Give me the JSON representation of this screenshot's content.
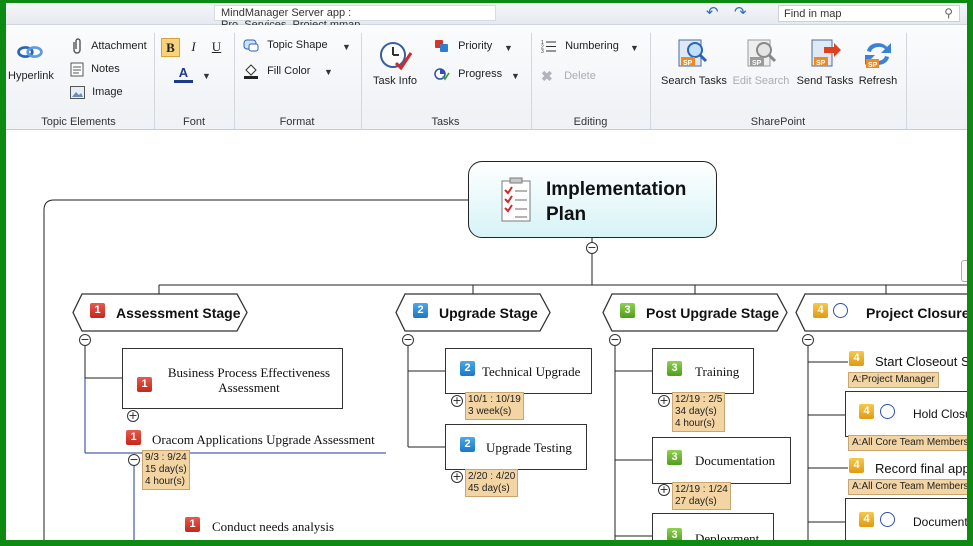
{
  "window": {
    "title": "MindManager Server app : Pro_Services_Project.mmap",
    "find_placeholder": "Find in map"
  },
  "ribbon": {
    "topic_elements": {
      "label": "Topic Elements",
      "hyperlink": "Hyperlink",
      "attachment": "Attachment",
      "notes": "Notes",
      "image": "Image"
    },
    "font": {
      "label": "Font",
      "bold": "B",
      "italic": "I",
      "underline": "U",
      "color": "A"
    },
    "format": {
      "label": "Format",
      "topic_shape": "Topic Shape",
      "fill_color": "Fill Color"
    },
    "tasks": {
      "label": "Tasks",
      "task_info": "Task Info",
      "priority": "Priority",
      "progress": "Progress"
    },
    "editing": {
      "label": "Editing",
      "numbering": "Numbering",
      "delete": "Delete"
    },
    "sharepoint": {
      "label": "SharePoint",
      "search_tasks": "Search Tasks",
      "edit_search": "Edit Search",
      "send_tasks": "Send Tasks",
      "refresh": "Refresh"
    }
  },
  "map": {
    "central": {
      "line1": "Implementation",
      "line2": "Plan"
    },
    "stages": [
      {
        "priority": "1",
        "label": "Assessment Stage"
      },
      {
        "priority": "2",
        "label": "Upgrade Stage"
      },
      {
        "priority": "3",
        "label": "Post Upgrade Stage"
      },
      {
        "priority": "4",
        "label": "Project Closure &"
      }
    ],
    "assessment": {
      "bpe_line1": "Business Process Effectiveness",
      "bpe_line2": "Assessment",
      "bpe_priority": "1",
      "oracom_priority": "1",
      "oracom": "Oracom Applications Upgrade Assessment",
      "oracom_dates": "9/3 : 9/24",
      "oracom_duration": "15 day(s)",
      "oracom_hours": "4 hour(s)",
      "needs_priority": "1",
      "needs": "Conduct needs analysis"
    },
    "upgrade": {
      "technical_priority": "2",
      "technical": "Technical Upgrade",
      "technical_dates": "10/1 : 10/19",
      "technical_duration": "3 week(s)",
      "testing_priority": "2",
      "testing": "Upgrade Testing",
      "testing_dates": "2/20 : 4/20",
      "testing_duration": "45 day(s)"
    },
    "post_upgrade": {
      "training_priority": "3",
      "training": "Training",
      "training_dates": "12/19 : 2/5",
      "training_duration": "34 day(s)",
      "training_hours": "4 hour(s)",
      "docs_priority": "3",
      "docs": "Documentation",
      "docs_dates": "12/19 : 1/24",
      "docs_duration": "27 day(s)",
      "deploy_priority": "3",
      "deploy": "Deployment"
    },
    "closure": {
      "start_priority": "4",
      "start": "Start Closeout St",
      "start_resource": "A:Project Manager",
      "hold_priority": "4",
      "hold": "Hold Closu",
      "hold_resource": "A:All Core Team Members",
      "record_priority": "4",
      "record": "Record final appr",
      "record_resource": "A:All Core Team Members",
      "doc_priority": "4",
      "doc": "Document l"
    }
  },
  "colors": {
    "frame": "#0c8a12",
    "central_fill": "#d6f3f6",
    "info_fill": "#f3d4a3",
    "priority_1": "#c4271c",
    "priority_2": "#1c78c8",
    "priority_3": "#4f9e1c",
    "priority_4": "#e09a12"
  }
}
